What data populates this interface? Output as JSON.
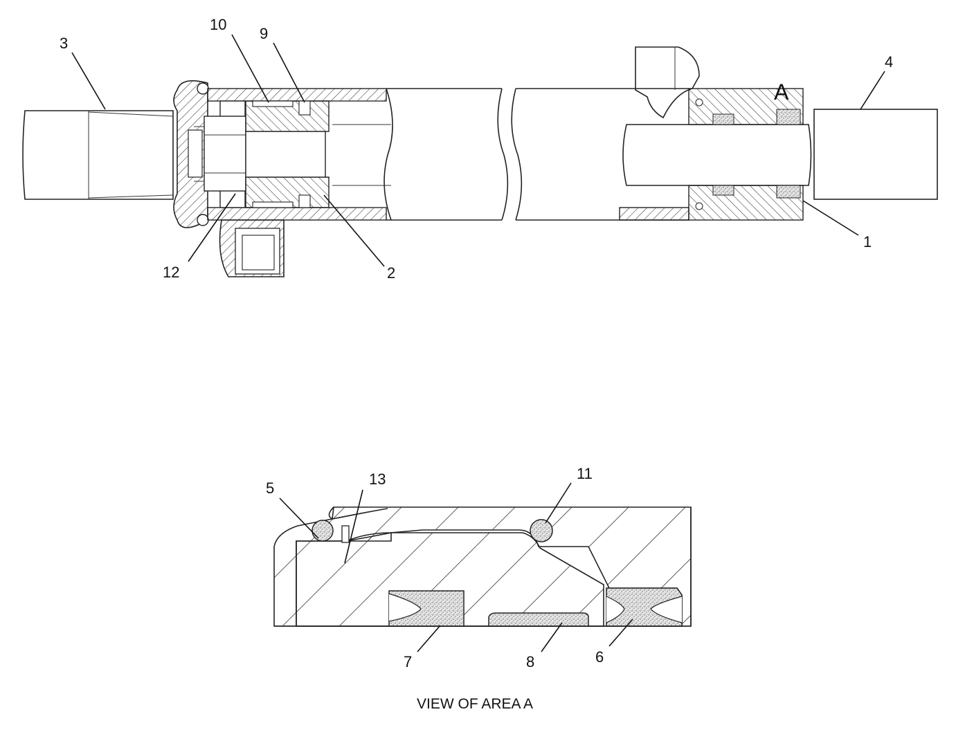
{
  "callouts": {
    "c1": "1",
    "c2": "2",
    "c3": "3",
    "c4": "4",
    "c5": "5",
    "c6": "6",
    "c7": "7",
    "c8": "8",
    "c9": "9",
    "c10": "10",
    "c11": "11",
    "c12": "12",
    "c13": "13"
  },
  "area_marker": "A",
  "detail_caption": "VIEW OF AREA A"
}
